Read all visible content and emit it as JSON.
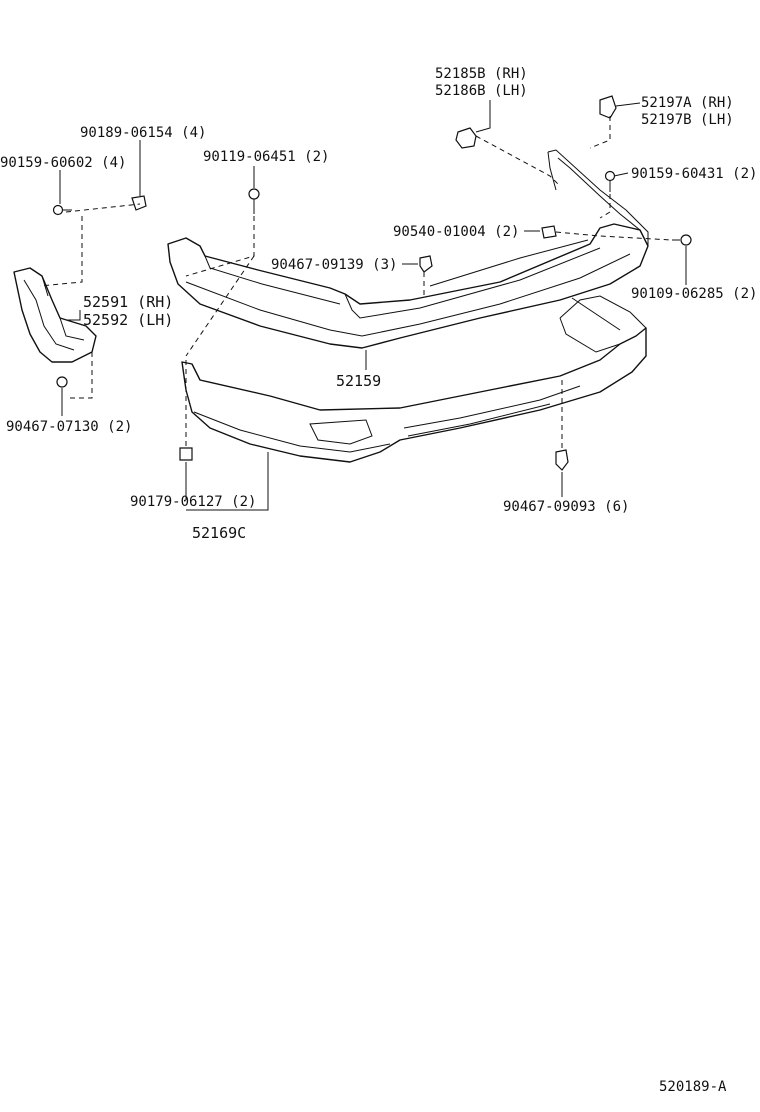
{
  "diagram": {
    "code": "520189-A",
    "callouts": [
      {
        "id": "c01",
        "lines": [
          "52185B (RH)",
          "52186B (LH)"
        ]
      },
      {
        "id": "c02",
        "lines": [
          "52197A (RH)",
          "52197B (LH)"
        ]
      },
      {
        "id": "c03",
        "lines": [
          "90189-06154 (4)"
        ]
      },
      {
        "id": "c04",
        "lines": [
          "90159-60602 (4)"
        ]
      },
      {
        "id": "c05",
        "lines": [
          "90119-06451 (2)"
        ]
      },
      {
        "id": "c06",
        "lines": [
          "90159-60431 (2)"
        ]
      },
      {
        "id": "c07",
        "lines": [
          "90540-01004 (2)"
        ]
      },
      {
        "id": "c08",
        "lines": [
          "90467-09139 (3)"
        ]
      },
      {
        "id": "c09",
        "lines": [
          "90109-06285 (2)"
        ]
      },
      {
        "id": "c10",
        "lines": [
          "52591 (RH)",
          "52592 (LH)"
        ]
      },
      {
        "id": "c11",
        "lines": [
          "52159"
        ]
      },
      {
        "id": "c12",
        "lines": [
          "90467-07130 (2)"
        ]
      },
      {
        "id": "c13",
        "lines": [
          "90467-09093 (6)"
        ]
      },
      {
        "id": "c14",
        "lines": [
          "90179-06127 (2)"
        ]
      },
      {
        "id": "c15",
        "lines": [
          "52169C"
        ]
      }
    ]
  }
}
